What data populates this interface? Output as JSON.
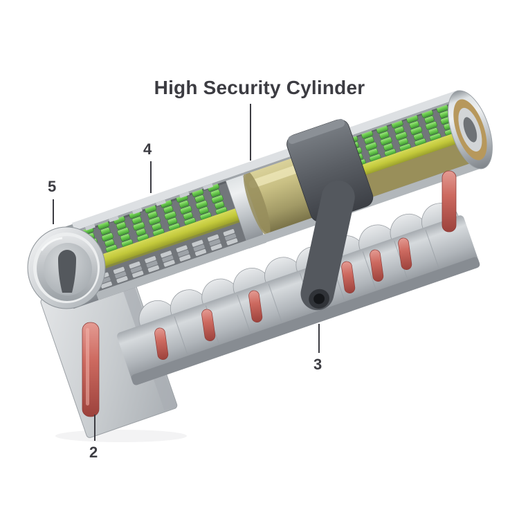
{
  "title": "High Security Cylinder",
  "callouts": {
    "c2": {
      "label": "2"
    },
    "c3": {
      "label": "3"
    },
    "c4": {
      "label": "4"
    },
    "c5": {
      "label": "5"
    }
  },
  "colors": {
    "background": "#ffffff",
    "text": "#3c3c42",
    "callout_line": "#3c3c42",
    "body_silver": "#c6cbcf",
    "pin_green": "#64c94e",
    "pin_red": "#c9635c",
    "key_bar_yellow": "#c3c93b",
    "brass_plug": "#b9b07a",
    "cam_gray": "#54585e"
  }
}
